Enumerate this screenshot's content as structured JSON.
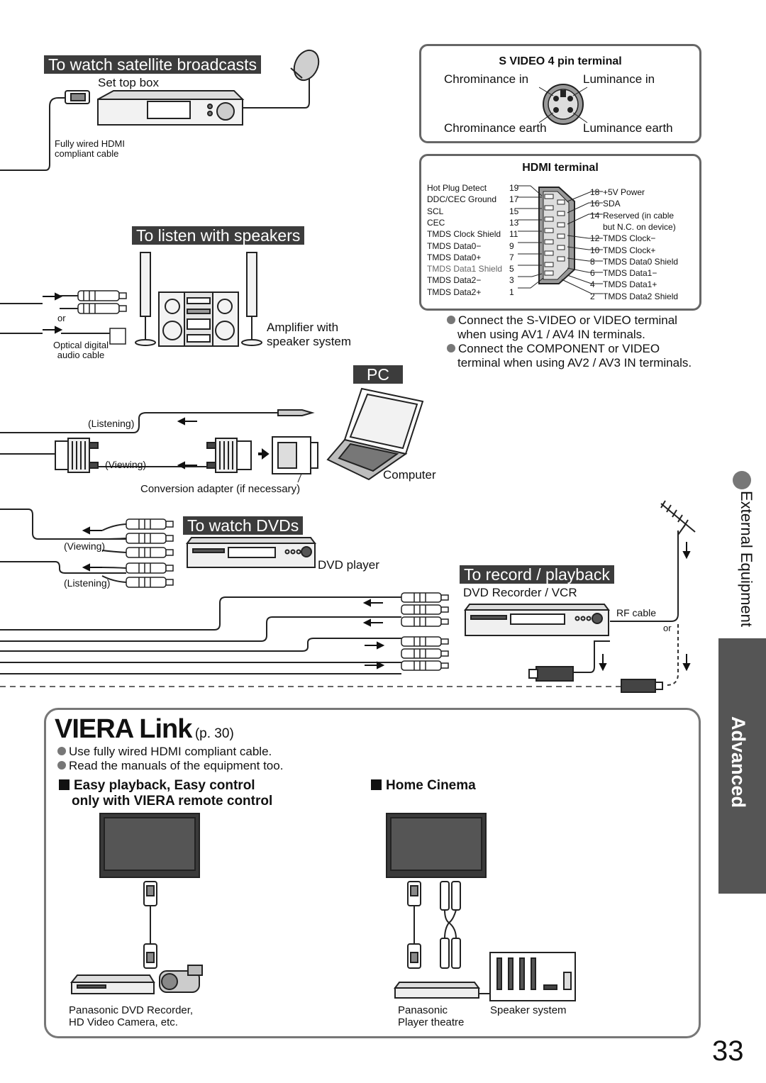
{
  "satellite": {
    "title": "To watch satellite broadcasts",
    "device_label": "Set top box",
    "cable_label": "Fully wired HDMI compliant cable"
  },
  "speakers": {
    "title": "To listen with speakers",
    "or_label": "or",
    "optical_label": "Optical digital audio cable",
    "device_label": "Amplifier with speaker system"
  },
  "pc": {
    "title": "PC",
    "listening_label": "(Listening)",
    "viewing_label": "(Viewing)",
    "adapter_label": "Conversion adapter (if necessary)",
    "device_label": "Computer"
  },
  "dvd": {
    "title": "To watch DVDs",
    "viewing_label": "(Viewing)",
    "listening_label": "(Listening)",
    "device_label": "DVD player"
  },
  "record": {
    "title": "To record / playback",
    "device_label": "DVD Recorder / VCR",
    "rf_label": "RF cable",
    "or_label": "or"
  },
  "svideo": {
    "title": "S VIDEO 4 pin terminal",
    "tl": "Chrominance in",
    "tr": "Luminance in",
    "bl": "Chrominance earth",
    "br": "Luminance earth"
  },
  "hdmi": {
    "title": "HDMI terminal",
    "left_pins": [
      {
        "name": "Hot Plug Detect",
        "num": "19"
      },
      {
        "name": "DDC/CEC Ground",
        "num": "17"
      },
      {
        "name": "SCL",
        "num": "15"
      },
      {
        "name": "CEC",
        "num": "13"
      },
      {
        "name": "TMDS Clock Shield",
        "num": "11"
      },
      {
        "name": "TMDS Data0−",
        "num": "9"
      },
      {
        "name": "TMDS Data0+",
        "num": "7"
      },
      {
        "name": "TMDS Data1 Shield",
        "num": "5"
      },
      {
        "name": "TMDS Data2−",
        "num": "3"
      },
      {
        "name": "TMDS Data2+",
        "num": "1"
      }
    ],
    "right_pins": [
      {
        "num": "18",
        "name": "+5V Power"
      },
      {
        "num": "16",
        "name": "SDA"
      },
      {
        "num": "14",
        "name": "Reserved (in cable"
      },
      {
        "num": "",
        "name": "but N.C. on device)"
      },
      {
        "num": "12",
        "name": "TMDS Clock−"
      },
      {
        "num": "10",
        "name": "TMDS Clock+"
      },
      {
        "num": "8",
        "name": "TMDS Data0 Shield"
      },
      {
        "num": "6",
        "name": "TMDS Data1−"
      },
      {
        "num": "4",
        "name": "TMDS Data1+"
      },
      {
        "num": "2",
        "name": "TMDS Data2 Shield"
      }
    ]
  },
  "notes": [
    "Connect the S-VIDEO or VIDEO terminal when using AV1 / AV4 IN terminals.",
    "Connect the COMPONENT or VIDEO terminal when using AV2 / AV3 IN terminals."
  ],
  "side": {
    "external": "External Equipment",
    "advanced": "Advanced"
  },
  "viera": {
    "title": "VIERA Link",
    "ref": "(p. 30)",
    "bullets": [
      "Use fully wired HDMI compliant cable.",
      "Read the manuals of the equipment too."
    ],
    "easy_title_1": "Easy playback, Easy control",
    "easy_title_2": "only with VIERA remote control",
    "cinema_title": "Home Cinema",
    "recorder_label_1": "Panasonic DVD Recorder,",
    "recorder_label_2": "HD Video Camera, etc.",
    "theatre_label_1": "Panasonic",
    "theatre_label_2": "Player theatre",
    "speaker_label": "Speaker system"
  },
  "page_number": "33"
}
